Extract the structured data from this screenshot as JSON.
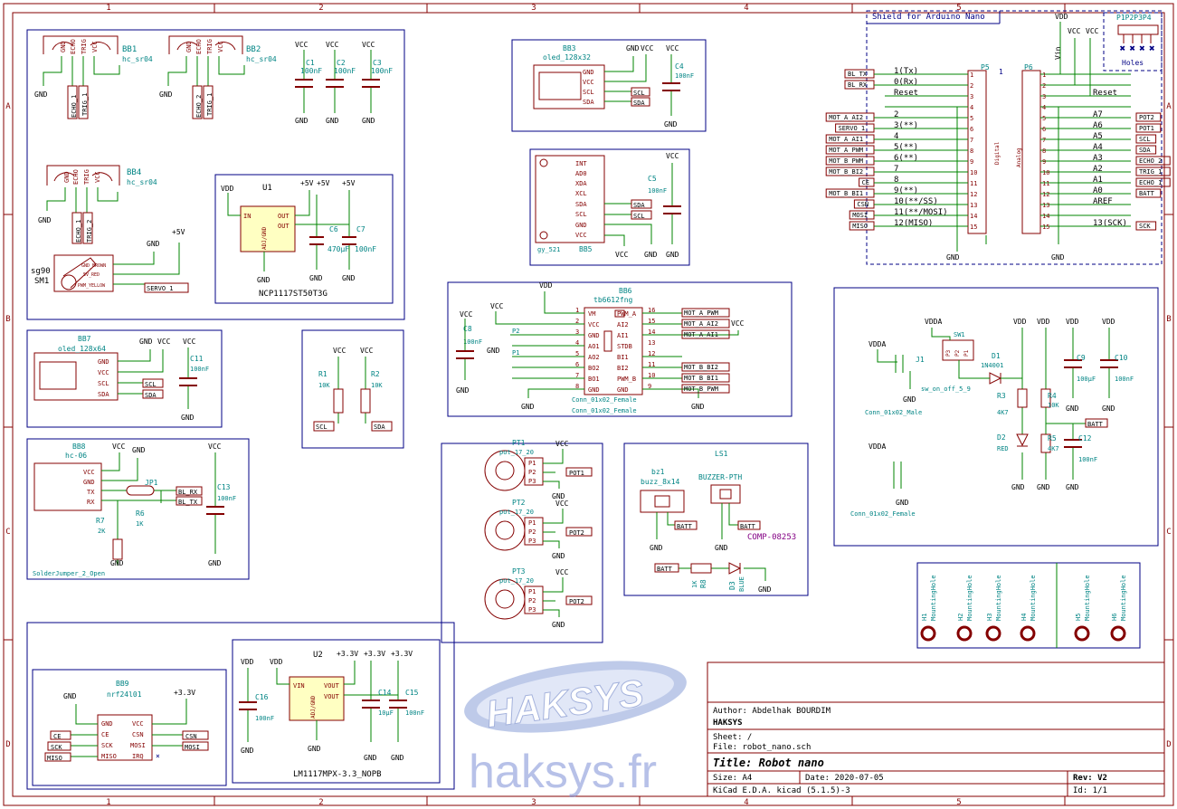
{
  "frame": {
    "columns": [
      "1",
      "2",
      "3",
      "4",
      "5"
    ],
    "rows": [
      "A",
      "B",
      "C",
      "D"
    ]
  },
  "title_block": {
    "author": "Author: Abdelhak BOURDIM",
    "company": "HAKSYS",
    "sheet": "Sheet: /",
    "file": "File: robot_nano.sch",
    "title": "Title: Robot nano",
    "size": "Size: A4",
    "date": "Date: 2020-07-05",
    "rev": "Rev: V2",
    "tool": "KiCad E.D.A.  kicad (5.1.5)-3",
    "id": "Id: 1/1"
  },
  "watermark": {
    "logo": "HAKSYS",
    "url": "haksys.fr"
  },
  "sensors": {
    "bb1_ref": "BB1",
    "bb1_val": "hc_sr04",
    "bb2_ref": "BB2",
    "bb2_val": "hc_sr04",
    "bb4_ref": "BB4",
    "bb4_val": "hc_sr04",
    "pin_gnd": "GND",
    "pin_echo": "ECHO",
    "pin_trig": "TRIG",
    "pin_vcc": "VCC",
    "echo1": "ECHO_1",
    "trig1": "TRIG_1",
    "echo2": "ECHO_2",
    "trig2": "TRIG_2",
    "vcc": "VCC",
    "gnd": "GND",
    "c1_ref": "C1",
    "c1_val": "100nF",
    "c2_ref": "C2",
    "c2_val": "100nF",
    "c3_ref": "C3",
    "c3_val": "100nF",
    "servo_ref": "sg90",
    "servo_sub": "SM1",
    "servo_p1": "GND_BROWN",
    "servo_p2": "5V_RED",
    "servo_p3": "PWM_YELLOW",
    "servo_net": "SERVO_1",
    "plus5v": "+5V"
  },
  "regulator_5v": {
    "vdd": "VDD",
    "ref": "U1",
    "pin_in": "IN",
    "pin_out1": "OUT",
    "pin_out2": "OUT",
    "pin_adj": "ADJ/GND",
    "p5v_a": "+5V",
    "p5v_b": "+5V",
    "p5v_c": "+5V",
    "c6_ref": "C6",
    "c6_val": "470µF",
    "c7_ref": "C7",
    "c7_val": "100nF",
    "gnd": "GND",
    "part": "NCP1117ST50T3G"
  },
  "oled32": {
    "ref": "BB3",
    "val": "oled_128x32",
    "gnd": "GND",
    "vcc": "VCC",
    "vcc2": "VCC",
    "pins": [
      "GND",
      "VCC",
      "SCL",
      "SDA"
    ],
    "scl": "SCL",
    "sda": "SDA",
    "c4_ref": "C4",
    "c4_val": "100nF"
  },
  "gy521": {
    "ref": "BB5",
    "val": "gy_521",
    "pins": [
      "INT",
      "AD0",
      "XDA",
      "XCL",
      "SDA",
      "SCL",
      "GND",
      "VCC"
    ],
    "sda": "SDA",
    "scl": "SCL",
    "vcc": "VCC",
    "gnd": "GND",
    "c5_ref": "C5",
    "c5_val": "100nF"
  },
  "arduino": {
    "title": "Shield for Arduino Nano",
    "p5": "P5",
    "p6": "P6",
    "digital": "Digital",
    "analog": "Analog",
    "vdd": "VDD",
    "vcc": "VCC",
    "vin": "Vin",
    "left_nets": [
      "BL_TX",
      "BL_RX",
      "",
      "",
      "MOT_A_AI2",
      "SERVO_1",
      "MOT_A_AI1",
      "MOT_A_PWM",
      "MOT_B_PWM",
      "MOT_B_BI2",
      "CE",
      "MOT_B_BI1",
      "CSN",
      "MOSI",
      "MISO"
    ],
    "left_labels": [
      "1(Tx)",
      "0(Rx)",
      "Reset",
      "",
      "2",
      "3(**)",
      "4",
      "5(**)",
      "6(**)",
      "7",
      "8",
      "9(**)",
      "10(**/SS)",
      "11(**/MOSI)",
      "12(MISO)"
    ],
    "right_labels": [
      "",
      "",
      "Reset",
      "",
      "A7",
      "A6",
      "A5",
      "A4",
      "A3",
      "A2",
      "A1",
      "A0",
      "AREF",
      "",
      "13(SCK)"
    ],
    "right_nets": [
      "",
      "",
      "",
      "",
      "POT2",
      "POT1",
      "SCL",
      "SDA",
      "ECHO_2",
      "TRIG_1",
      "ECHO_1",
      "BATT",
      "",
      "",
      "SCK"
    ],
    "pin_nums": [
      "1",
      "2",
      "3",
      "4",
      "5",
      "6",
      "7",
      "8",
      "9",
      "10",
      "11",
      "12",
      "13",
      "14",
      "15"
    ],
    "gnd": "GND",
    "holes_title": "P1P2P3P4",
    "holes": "Holes"
  },
  "motor_driver": {
    "ref": "BB6",
    "val": "tb6612fng",
    "vdd": "VDD",
    "vcc": "VCC",
    "c8_ref": "C8",
    "c8_val": "100nF",
    "left_pins": [
      "VM",
      "VCC",
      "GND",
      "AO1",
      "AO2",
      "BO2",
      "BO1",
      "GND"
    ],
    "right_pins": [
      "PWM_A",
      "AI2",
      "AI1",
      "STDB",
      "BI1",
      "BI2",
      "PWM_B",
      "GND"
    ],
    "left_nums": [
      "1",
      "2",
      "3",
      "4",
      "5",
      "6",
      "7",
      "8"
    ],
    "right_nums": [
      "16",
      "15",
      "14",
      "13",
      "12",
      "11",
      "10",
      "9"
    ],
    "nets": [
      "MOT_A_PWM",
      "MOT_A_AI2",
      "MOT_A_AI1",
      "",
      "MOT_B_BI2",
      "MOT_B_BI1",
      "MOT_B_PWM"
    ],
    "p2": "P2",
    "p1": "P1",
    "gnd": "GND",
    "conn": "Conn_01x02_Female"
  },
  "power_switch": {
    "vdda": "VDDA",
    "j1": "J1",
    "conn_male": "Conn_01x02_Male",
    "sw_ref": "SW1",
    "sw_val": "sw_on_off_5_9",
    "sw_pins": [
      "P3",
      "P2",
      "P1"
    ],
    "d1_ref": "D1",
    "d1_val": "1N4001",
    "vdd": "VDD",
    "c9_ref": "C9",
    "c9_val": "100µF",
    "c10_ref": "C10",
    "c10_val": "100nF",
    "r3_ref": "R3",
    "r3_val": "4K7",
    "r4_ref": "R4",
    "r4_val": "10K",
    "r5_ref": "R5",
    "r5_val": "4K7",
    "d2_ref": "D2",
    "d2_val": "RED",
    "c12_ref": "C12",
    "c12_val": "100nF",
    "batt": "BATT",
    "gnd": "GND",
    "conn_female": "Conn_01x02_Female"
  },
  "oled64": {
    "ref": "BB7",
    "val": "oled_128x64",
    "pins": [
      "GND",
      "VCC",
      "SCL",
      "SDA"
    ],
    "gnd": "GND",
    "vcc": "VCC",
    "scl": "SCL",
    "sda": "SDA",
    "c11_ref": "C11",
    "c11_val": "100nF"
  },
  "pullups": {
    "vcc": "VCC",
    "r1_ref": "R1",
    "r1_val": "10K",
    "r2_ref": "R2",
    "r2_val": "10K",
    "scl": "SCL",
    "sda": "SDA"
  },
  "bluetooth": {
    "ref": "BB8",
    "val": "hc-06",
    "vcc": "VCC",
    "gnd": "GND",
    "pins": [
      "VCC",
      "GND",
      "TX",
      "RX"
    ],
    "jp": "JP1",
    "r6_ref": "R6",
    "r6_val": "1K",
    "r7_ref": "R7",
    "r7_val": "2K",
    "bl_rx": "BL_RX",
    "bl_tx": "BL_TX",
    "c13_ref": "C13",
    "c13_val": "100nF",
    "jumper": "SolderJumper_2_Open"
  },
  "pots": {
    "pt1_ref": "PT1",
    "pt1_val": "pot_17_20",
    "pt2_ref": "PT2",
    "pt2_val": "pot_17_20",
    "pt3_ref": "PT3",
    "pt3_val": "pot_17_20",
    "vcc": "VCC",
    "gnd": "GND",
    "pins": [
      "P1",
      "P2",
      "P3"
    ],
    "pot1": "POT1",
    "pot2": "POT2"
  },
  "buzzer": {
    "bz1_ref": "bz1",
    "bz1_val": "buzz_8x14",
    "ls1_ref": "LS1",
    "ls1_val": "BUZZER-PTH",
    "batt": "BATT",
    "comp": "COMP-08253",
    "gnd": "GND",
    "r8_ref": "R8",
    "r8_val": "1K",
    "d3_ref": "D3",
    "d3_val": "BLUE"
  },
  "radio": {
    "ref": "BB9",
    "val": "nrf24l01",
    "gnd": "GND",
    "p33": "+3.3V",
    "left_pins": [
      "GND",
      "CE",
      "SCK",
      "MISO"
    ],
    "right_pins": [
      "VCC",
      "CSN",
      "MOSI",
      "IRQ"
    ],
    "left_nets": [
      "CE",
      "SCK",
      "MISO"
    ],
    "right_nets": [
      "CSN",
      "MOSI"
    ]
  },
  "regulator_33": {
    "vdd": "VDD",
    "ref": "U2",
    "vin": "VIN",
    "vout1": "VOUT",
    "vout2": "VOUT",
    "adj": "ADJ/GND",
    "p33": "+3.3V",
    "c14_ref": "C14",
    "c14_val": "10µF",
    "c15_ref": "C15",
    "c15_val": "100nF",
    "c16_ref": "C16",
    "c16_val": "100nF",
    "gnd": "GND",
    "part": "LM1117MPX-3.3_NOPB"
  },
  "mounting": {
    "holes": [
      "H1",
      "H2",
      "H3",
      "H4",
      "H5",
      "H6"
    ],
    "label": "MountingHole"
  },
  "colors": {
    "wire": "#008400",
    "part": "#840000",
    "label": "#000000",
    "box": "#000084",
    "netlabel": "#840000",
    "ref": "#008484"
  }
}
